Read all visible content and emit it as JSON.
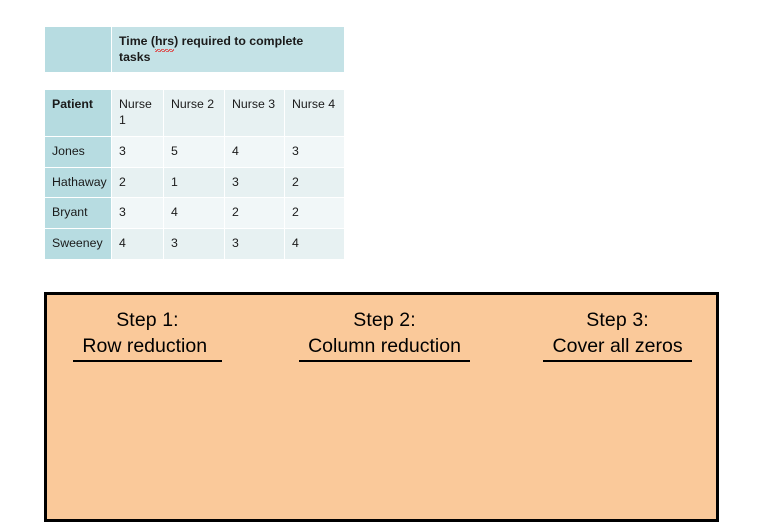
{
  "table": {
    "title": "Time (hrs) required to complete tasks",
    "title_parts": {
      "before": "Time (",
      "misspelled": "hrs",
      "after": ") required to complete tasks"
    },
    "row_header_label": "Patient",
    "columns": [
      "Nurse 1",
      "Nurse 2",
      "Nurse 3",
      "Nurse 4"
    ],
    "rows": [
      {
        "patient": "Jones",
        "values": [
          "3",
          "5",
          "4",
          "3"
        ]
      },
      {
        "patient": "Hathaway",
        "values": [
          "2",
          "1",
          "3",
          "2"
        ]
      },
      {
        "patient": "Bryant",
        "values": [
          "3",
          "4",
          "2",
          "2"
        ]
      },
      {
        "patient": "Sweeney",
        "values": [
          "4",
          "3",
          "3",
          "4"
        ]
      }
    ]
  },
  "steps_panel": {
    "steps": [
      {
        "title": "Step 1:",
        "desc": " Row reduction  "
      },
      {
        "title": "Step 2:",
        "desc": " Column reduction "
      },
      {
        "title": "Step 3:",
        "desc": " Cover all zeros "
      }
    ]
  },
  "colors": {
    "table_header_teal": "#c4e2e6",
    "table_rowhead_teal": "#b7dce1",
    "table_cell_light": "#f1f7f8",
    "table_cell_alt": "#e7f1f2",
    "panel_orange": "#fac99a",
    "panel_border": "#000000",
    "spellcheck_red": "#e03030"
  },
  "chart_data": {
    "type": "table",
    "title": "Time (hrs) required to complete tasks",
    "xlabel": "Nurse",
    "ylabel": "Patient",
    "categories": [
      "Nurse 1",
      "Nurse 2",
      "Nurse 3",
      "Nurse 4"
    ],
    "row_labels": [
      "Jones",
      "Hathaway",
      "Bryant",
      "Sweeney"
    ],
    "series": [
      {
        "name": "Jones",
        "values": [
          3,
          5,
          4,
          3
        ]
      },
      {
        "name": "Hathaway",
        "values": [
          2,
          1,
          3,
          2
        ]
      },
      {
        "name": "Bryant",
        "values": [
          3,
          4,
          2,
          2
        ]
      },
      {
        "name": "Sweeney",
        "values": [
          4,
          3,
          3,
          4
        ]
      }
    ],
    "matrix": [
      [
        3,
        5,
        4,
        3
      ],
      [
        2,
        1,
        3,
        2
      ],
      [
        3,
        4,
        2,
        2
      ],
      [
        4,
        3,
        3,
        4
      ]
    ],
    "grid": true,
    "legend": "none"
  }
}
